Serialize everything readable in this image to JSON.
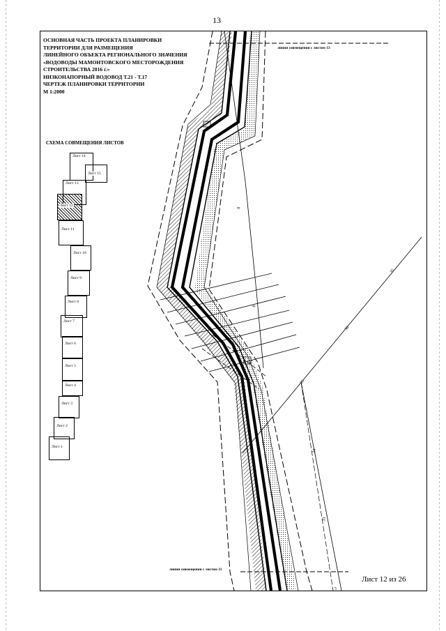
{
  "page_number": "13",
  "title_block": {
    "lines": [
      "ОСНОВНАЯ ЧАСТЬ ПРОЕКТА ПЛАНИРОВКИ",
      "ТЕРРИТОРИИ ДЛЯ РАЗМЕЩЕНИЯ",
      "ЛИНЕЙНОГО ОБЪЕКТА РЕГИОНАЛЬНОГО ЗНАЧЕНИЯ",
      "«ВОДОВОДЫ МАМОНТОВСКОГО МЕСТОРОЖДЕНИЯ",
      "СТРОИТЕЛЬСТВА 2016 г.»",
      "НИЗКОНАПОРНЫЙ ВОДОВОД Т.21 - Т.17",
      "ЧЕРТЕЖ ПЛАНИРОВКИ ТЕРРИТОРИИ",
      "М 1:2000"
    ]
  },
  "sheet_scheme": {
    "title": "СХЕМА СОВМЕЩЕНИЯ ЛИСТОВ",
    "current_sheet": "Лист 12",
    "sheets": [
      "Лист 14",
      "Лист 15",
      "Лист 13",
      "Лист 12",
      "Лист 11",
      "Лист 10",
      "Лист 9",
      "Лист 8",
      "Лист 7",
      "Лист 6",
      "Лист 5",
      "Лист 4",
      "Лист 3",
      "Лист 2",
      "Лист 1"
    ]
  },
  "match_lines": {
    "top": "линия совмещения с листом 13",
    "bottom": "линия совмещения с листом 11"
  },
  "drawing_labels": [
    "8",
    "8",
    "35",
    "36",
    "35",
    "34",
    "33",
    "5"
  ],
  "sheet_counter": "Лист 12 из 26"
}
